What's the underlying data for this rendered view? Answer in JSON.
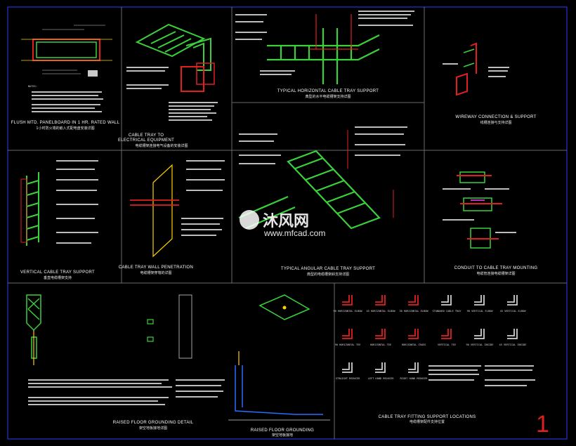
{
  "drawing": {
    "sheet_number": "1",
    "watermark": {
      "name": "沐风网",
      "url": "www.mfcad.com"
    },
    "details": [
      {
        "id": "flush-panelboard",
        "title": "FLUSH MTD. PANELBOARD IN 1 HR. RATED WALL",
        "subtitle": "1小时防火墙的嵌入式配电盘安装详图"
      },
      {
        "id": "tray-to-equipment",
        "title": "CABLE TRAY TO",
        "title2": "ELECTRICAL EQUIPMENT",
        "subtitle": "电缆槽架连接电气设备的安装详图"
      },
      {
        "id": "horizontal-support",
        "title": "TYPICAL HORIZONTAL CABLE TRAY SUPPORT",
        "subtitle": "典型的水平电缆槽架支持详图"
      },
      {
        "id": "wireway-connection",
        "title": "WIREWAY CONNECTION & SUPPORT",
        "subtitle": "线槽连接与支持详图"
      },
      {
        "id": "vertical-support",
        "title": "VERTICAL CABLE TRAY SUPPORT",
        "subtitle": "垂直电缆槽架支持"
      },
      {
        "id": "wall-penetration",
        "title": "CABLE TRAY WALL PENETRATION",
        "subtitle": "电缆槽架穿墙的详图"
      },
      {
        "id": "angular-support",
        "title": "TYPICAL ANGULAR CABLE TRAY SUPPORT",
        "subtitle": "典型的电缆槽架斜支持详图"
      },
      {
        "id": "conduit-mounting",
        "title": "CONDUIT TO CABLE TRAY MOUNTING",
        "subtitle": "电缆管连接电缆槽架详图"
      },
      {
        "id": "raised-floor",
        "title": "RAISED FLOOR GROUNDING DETAIL",
        "subtitle": "架空地板接地详图"
      },
      {
        "id": "raised-floor-grounding",
        "title": "RAISED FLOOR GROUNDING",
        "subtitle": "架空地板接地"
      },
      {
        "id": "fitting-locations",
        "title": "CABLE TRAY FITTING SUPPORT LOCATIONS",
        "subtitle": "电缆槽架配件支持位置"
      }
    ],
    "fittings": [
      "90 HORIZONTAL ELBOW",
      "45 HORIZONTAL ELBOW",
      "30 HORIZONTAL ELBOW",
      "STANDARD CABLE TRAY",
      "90 VERTICAL ELBOW",
      "45 VERTICAL ELBOW",
      "90 HORIZONTAL TEE",
      "HORIZONTAL TEE",
      "HORIZONTAL CROSS",
      "VERTICAL TEE",
      "90 VERTICAL INSIDE",
      "45 VERTICAL INSIDE",
      "STRAIGHT REDUCER",
      "LEFT HAND REDUCER",
      "RIGHT HAND REDUCER"
    ],
    "notes_label": "NOTES:"
  }
}
